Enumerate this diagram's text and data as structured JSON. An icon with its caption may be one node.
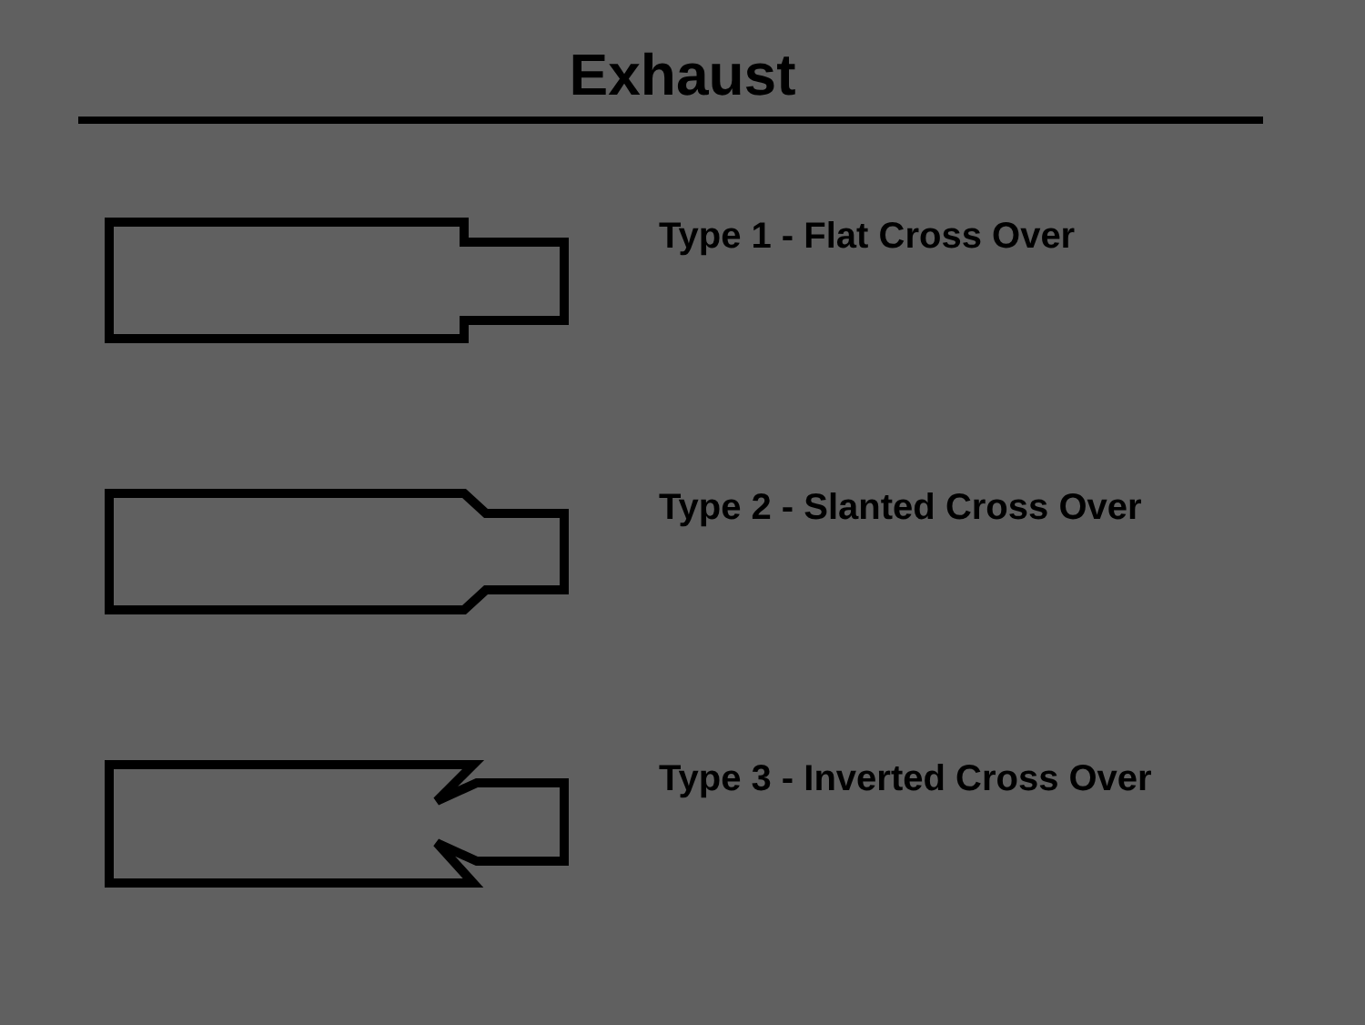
{
  "diagram": {
    "title": "Exhaust",
    "labels": [
      "Type 1 - Flat Cross Over",
      "Type 2 - Slanted Cross Over",
      "Type 3 - Inverted Cross Over"
    ]
  }
}
